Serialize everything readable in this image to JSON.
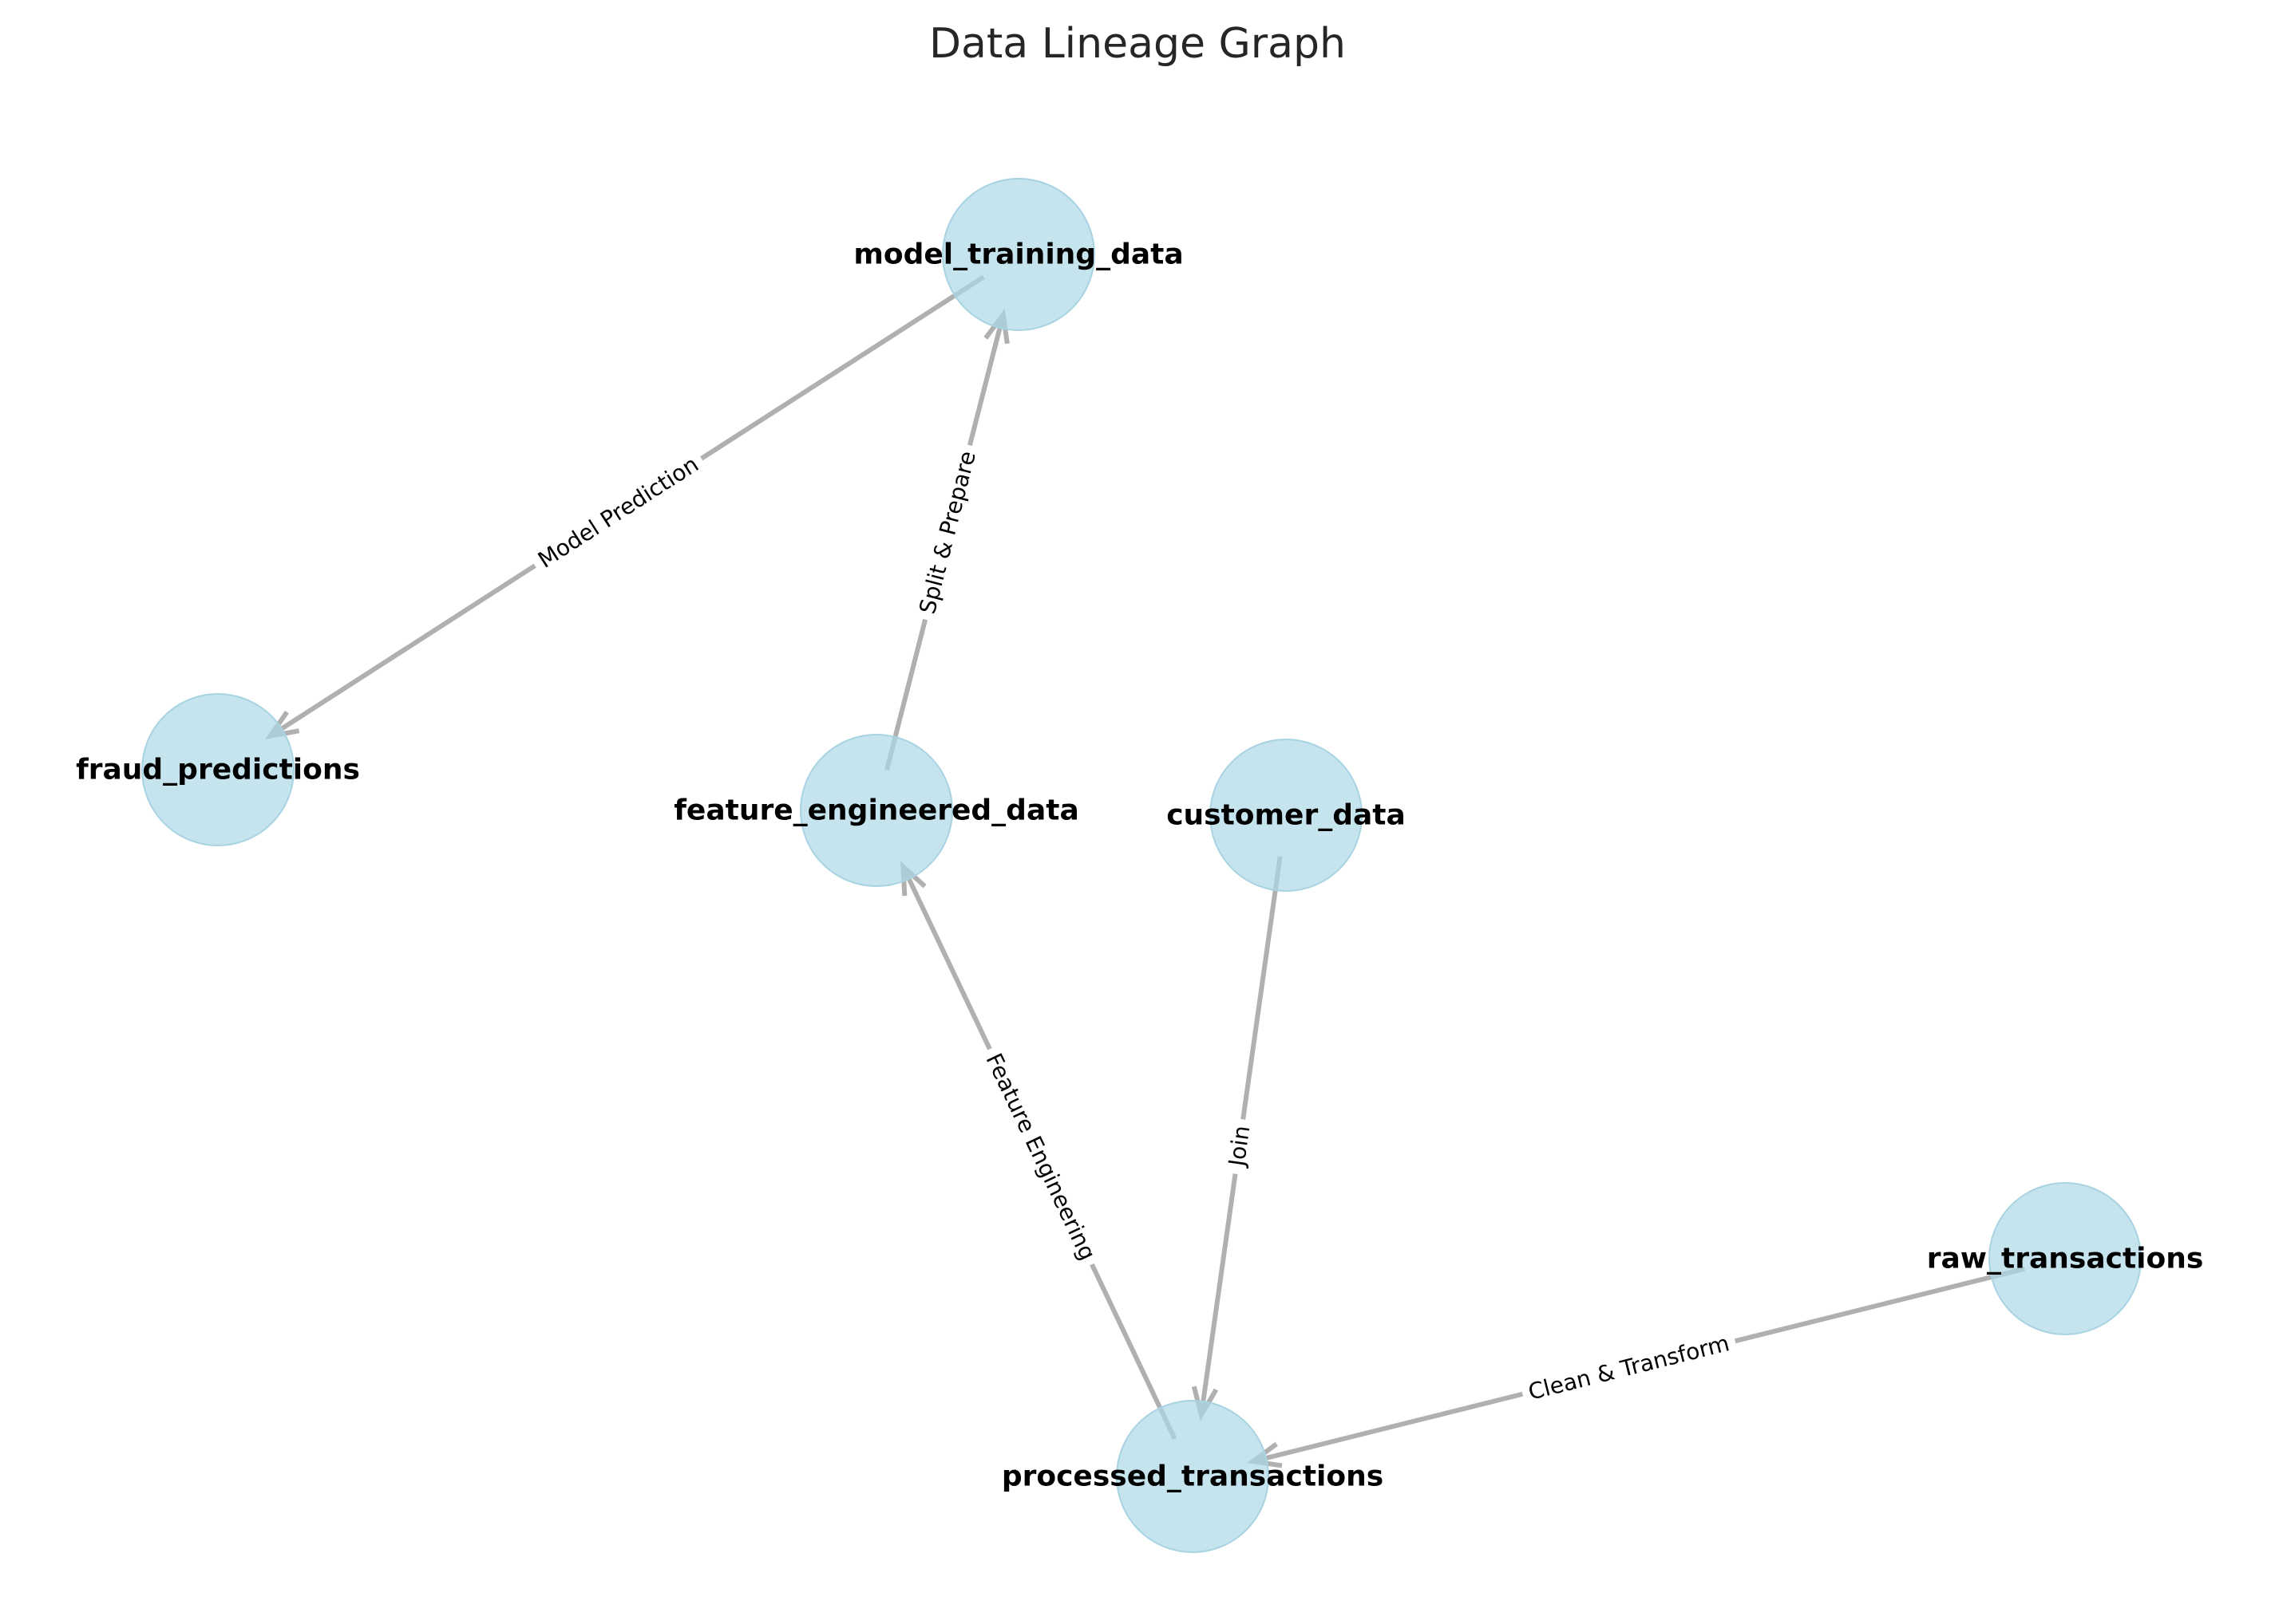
{
  "title": "Data Lineage Graph",
  "colors": {
    "node_fill": "#add8e6",
    "edge": "#b0b0b0",
    "title_text": "#262626",
    "label_text": "#000000"
  },
  "nodes": [
    {
      "id": "model_training_data",
      "label": "model_training_data"
    },
    {
      "id": "fraud_predictions",
      "label": "fraud_predictions"
    },
    {
      "id": "feature_engineered_data",
      "label": "feature_engineered_data"
    },
    {
      "id": "customer_data",
      "label": "customer_data"
    },
    {
      "id": "raw_transactions",
      "label": "raw_transactions"
    },
    {
      "id": "processed_transactions",
      "label": "processed_transactions"
    }
  ],
  "edges": [
    {
      "source": "model_training_data",
      "target": "fraud_predictions",
      "label": "Model Prediction"
    },
    {
      "source": "feature_engineered_data",
      "target": "model_training_data",
      "label": "Split & Prepare"
    },
    {
      "source": "processed_transactions",
      "target": "feature_engineered_data",
      "label": "Feature Engineering"
    },
    {
      "source": "customer_data",
      "target": "processed_transactions",
      "label": "Join"
    },
    {
      "source": "raw_transactions",
      "target": "processed_transactions",
      "label": "Clean & Transform"
    }
  ]
}
